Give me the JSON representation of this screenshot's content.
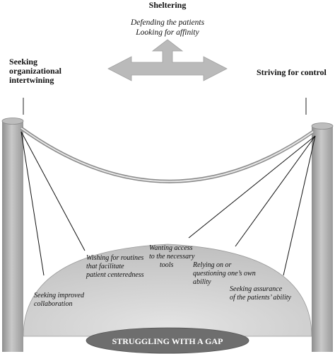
{
  "top_heading": "Sheltering",
  "top_lines": [
    "Defending the patients",
    "Looking for affinity"
  ],
  "left_heading": [
    "Seeking",
    "organizational",
    "intertwining"
  ],
  "right_heading": "Striving for control",
  "mound_labels": {
    "collaboration": [
      "Seeking improved",
      "collaboration"
    ],
    "routines": [
      "Wishing for routines",
      "that facilitate",
      "patient centeredness"
    ],
    "tools": [
      "Wanting access",
      "to the necessary",
      "tools"
    ],
    "ability": [
      "Relying on or",
      "questioning one’s own",
      "ability"
    ],
    "assurance": [
      "Seeking assurance",
      "of the patients’ ability"
    ]
  },
  "base_label": "STRUGGLING WITH A GAP",
  "colors": {
    "pillar": "#a9a9a9",
    "mound": "#d4d4d4",
    "arrow": "#b9b9b9",
    "base": "#6f6f6f"
  }
}
